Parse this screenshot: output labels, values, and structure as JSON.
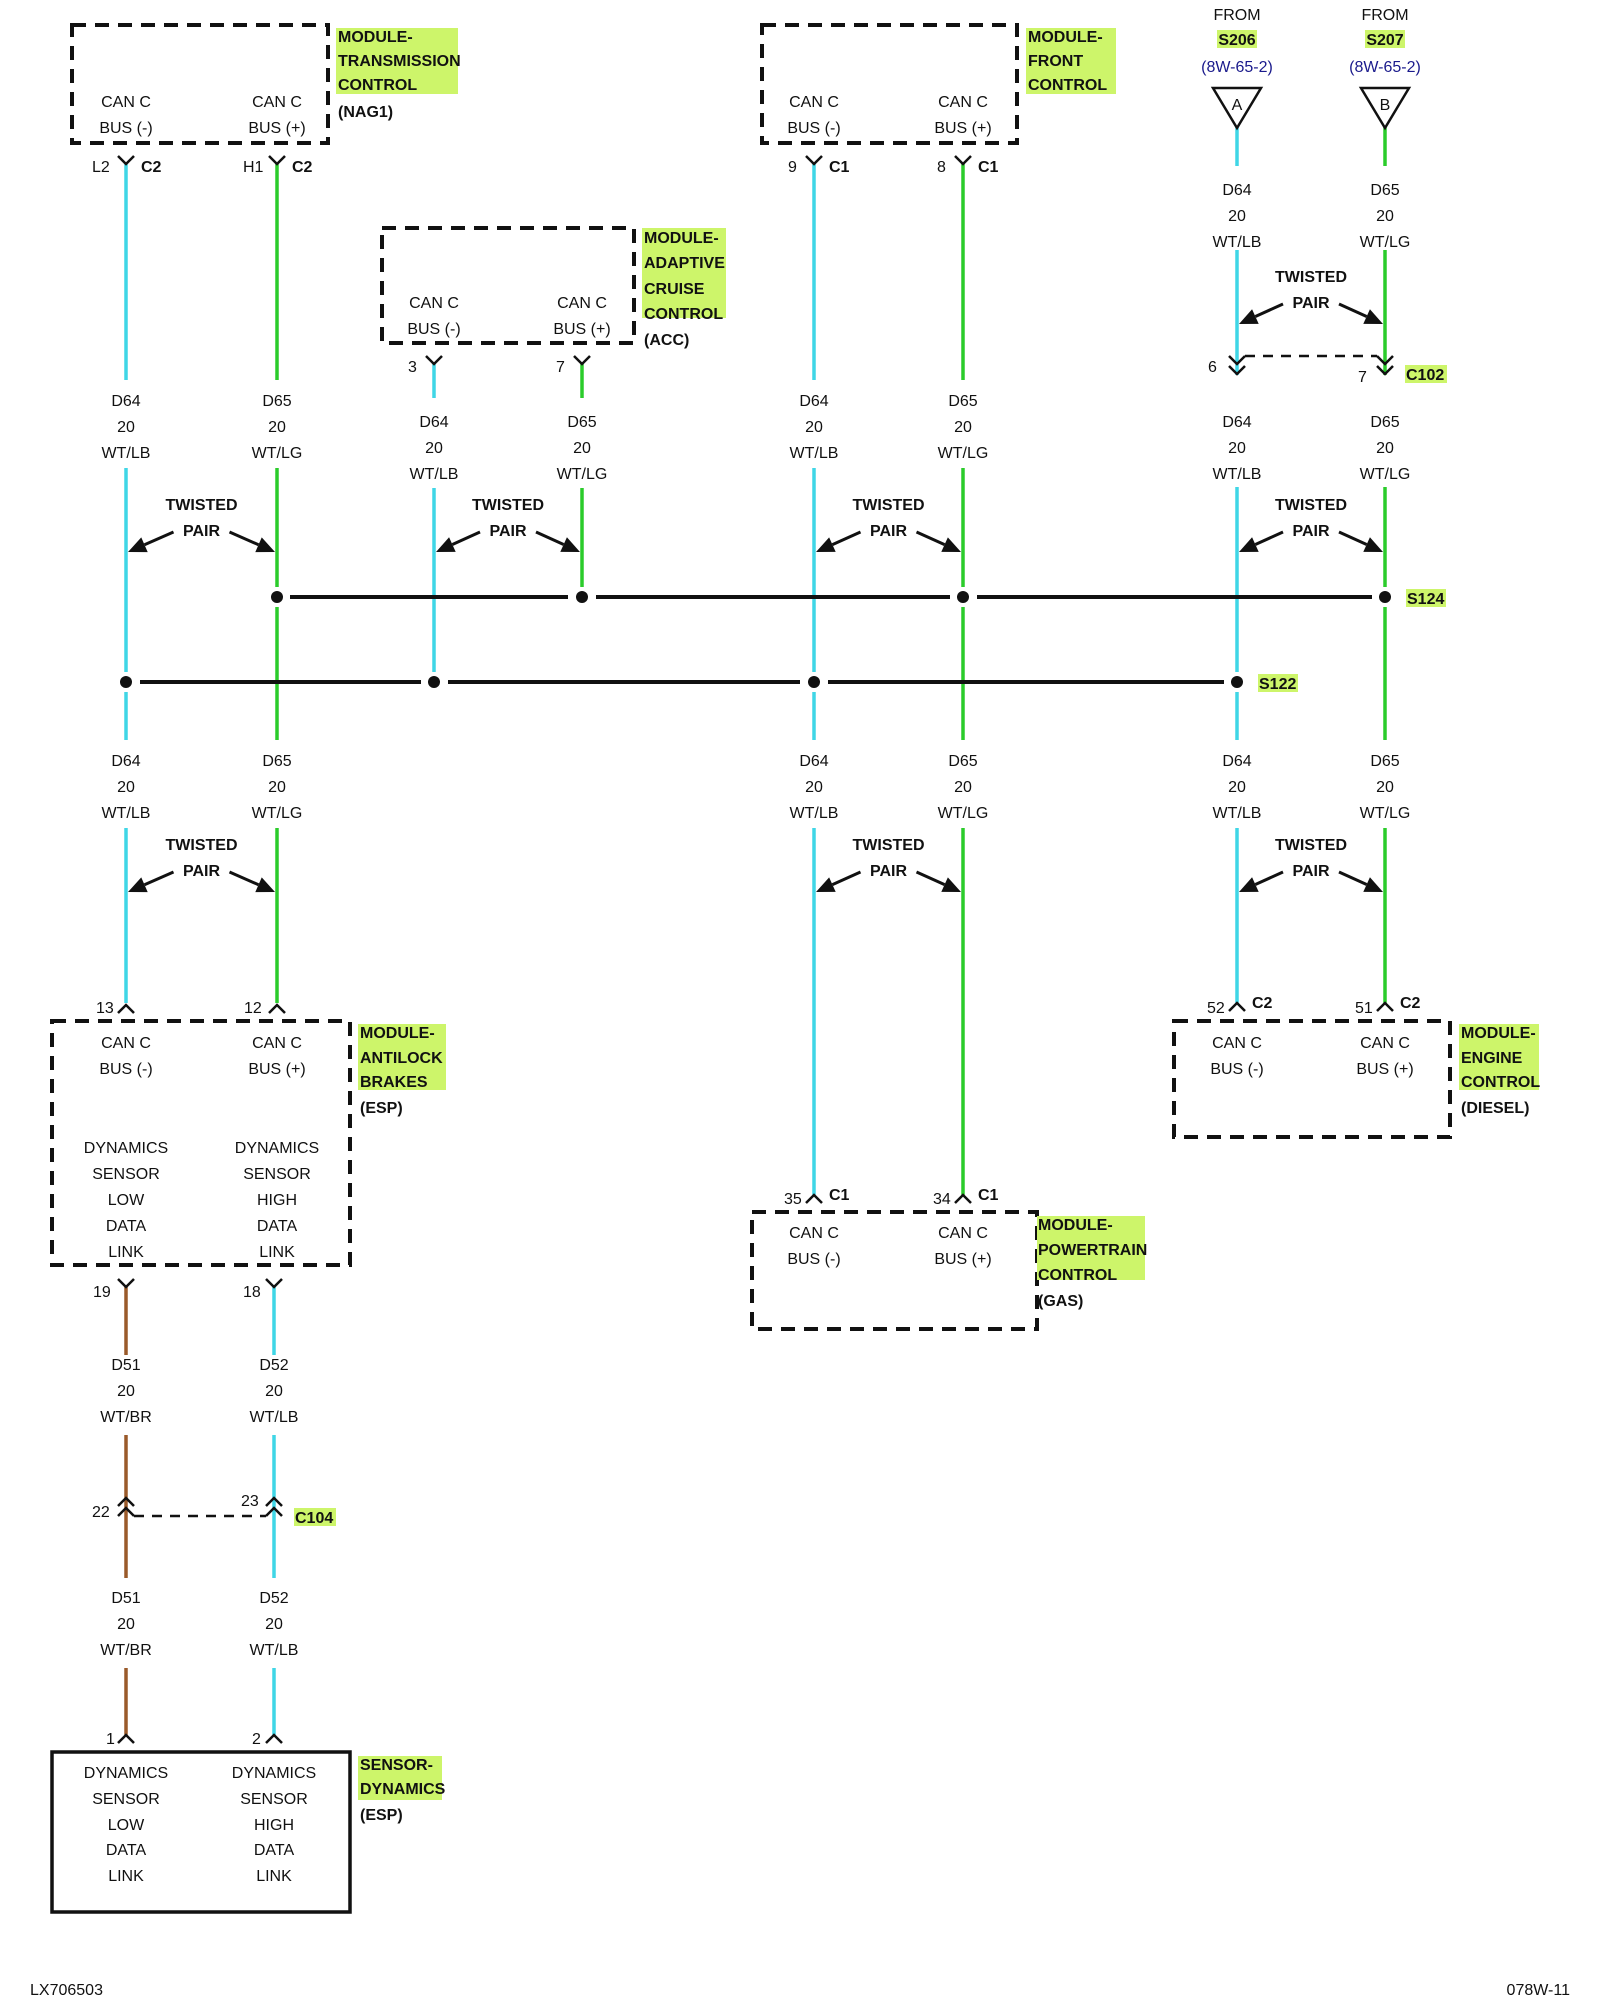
{
  "colors": {
    "wt_lb": "#3fd6e6",
    "wt_lg": "#2bcc2b",
    "wt_br": "#9a5a2a",
    "highlight": "#cdf56a",
    "ref_blue": "#1a1a8c"
  },
  "common": {
    "can_c": "CAN C",
    "bus_neg": "BUS (-)",
    "bus_pos": "BUS (+)",
    "twisted": "TWISTED",
    "pair": "PAIR",
    "gauge": "20"
  },
  "wires": {
    "d64": {
      "id": "D64",
      "gauge": "20",
      "color": "WT/LB"
    },
    "d65": {
      "id": "D65",
      "gauge": "20",
      "color": "WT/LG"
    },
    "d51": {
      "id": "D51",
      "gauge": "20",
      "color": "WT/BR"
    },
    "d52": {
      "id": "D52",
      "gauge": "20",
      "color": "WT/LB"
    }
  },
  "modules": {
    "tcm": {
      "title": [
        "MODULE-",
        "TRANSMISSION",
        "CONTROL"
      ],
      "sub": "(NAG1)",
      "pin_neg": "L2",
      "pin_pos": "H1",
      "conn": "C2"
    },
    "acc": {
      "title": [
        "MODULE-",
        "ADAPTIVE",
        "CRUISE",
        "CONTROL"
      ],
      "sub": "(ACC)",
      "pin_neg": "3",
      "pin_pos": "7"
    },
    "fcm": {
      "title": [
        "MODULE-",
        "FRONT",
        "CONTROL"
      ],
      "pin_neg": "9",
      "pin_pos": "8",
      "conn": "C1"
    },
    "abs": {
      "title": [
        "MODULE-",
        "ANTILOCK",
        "BRAKES"
      ],
      "sub": "(ESP)",
      "pin_neg": "13",
      "pin_pos": "12",
      "pin_low": "19",
      "pin_high": "18",
      "low_label": [
        "DYNAMICS",
        "SENSOR",
        "LOW",
        "DATA",
        "LINK"
      ],
      "high_label": [
        "DYNAMICS",
        "SENSOR",
        "HIGH",
        "DATA",
        "LINK"
      ]
    },
    "pcm": {
      "title": [
        "MODULE-",
        "POWERTRAIN",
        "CONTROL"
      ],
      "sub": "(GAS)",
      "pin_neg": "35",
      "pin_pos": "34",
      "conn": "C1"
    },
    "ecm": {
      "title": [
        "MODULE-",
        "ENGINE",
        "CONTROL"
      ],
      "sub": "(DIESEL)",
      "pin_neg": "52",
      "pin_pos": "51",
      "conn": "C2"
    },
    "sensor": {
      "title": [
        "SENSOR-",
        "DYNAMICS"
      ],
      "sub": "(ESP)",
      "pin_low": "1",
      "pin_high": "2",
      "low_label": [
        "DYNAMICS",
        "SENSOR",
        "LOW",
        "DATA",
        "LINK"
      ],
      "high_label": [
        "DYNAMICS",
        "SENSOR",
        "HIGH",
        "DATA",
        "LINK"
      ]
    }
  },
  "from": {
    "a": {
      "from": "FROM",
      "splice": "S206",
      "ref": "(8W-65-2)",
      "letter": "A"
    },
    "b": {
      "from": "FROM",
      "splice": "S207",
      "ref": "(8W-65-2)",
      "letter": "B"
    }
  },
  "connectors": {
    "c102": {
      "name": "C102",
      "pin_a": "6",
      "pin_b": "7"
    },
    "c104": {
      "name": "C104",
      "pin_a": "22",
      "pin_b": "23"
    }
  },
  "splices": {
    "s124": "S124",
    "s122": "S122"
  },
  "footer": {
    "left": "LX706503",
    "right": "078W-11"
  }
}
